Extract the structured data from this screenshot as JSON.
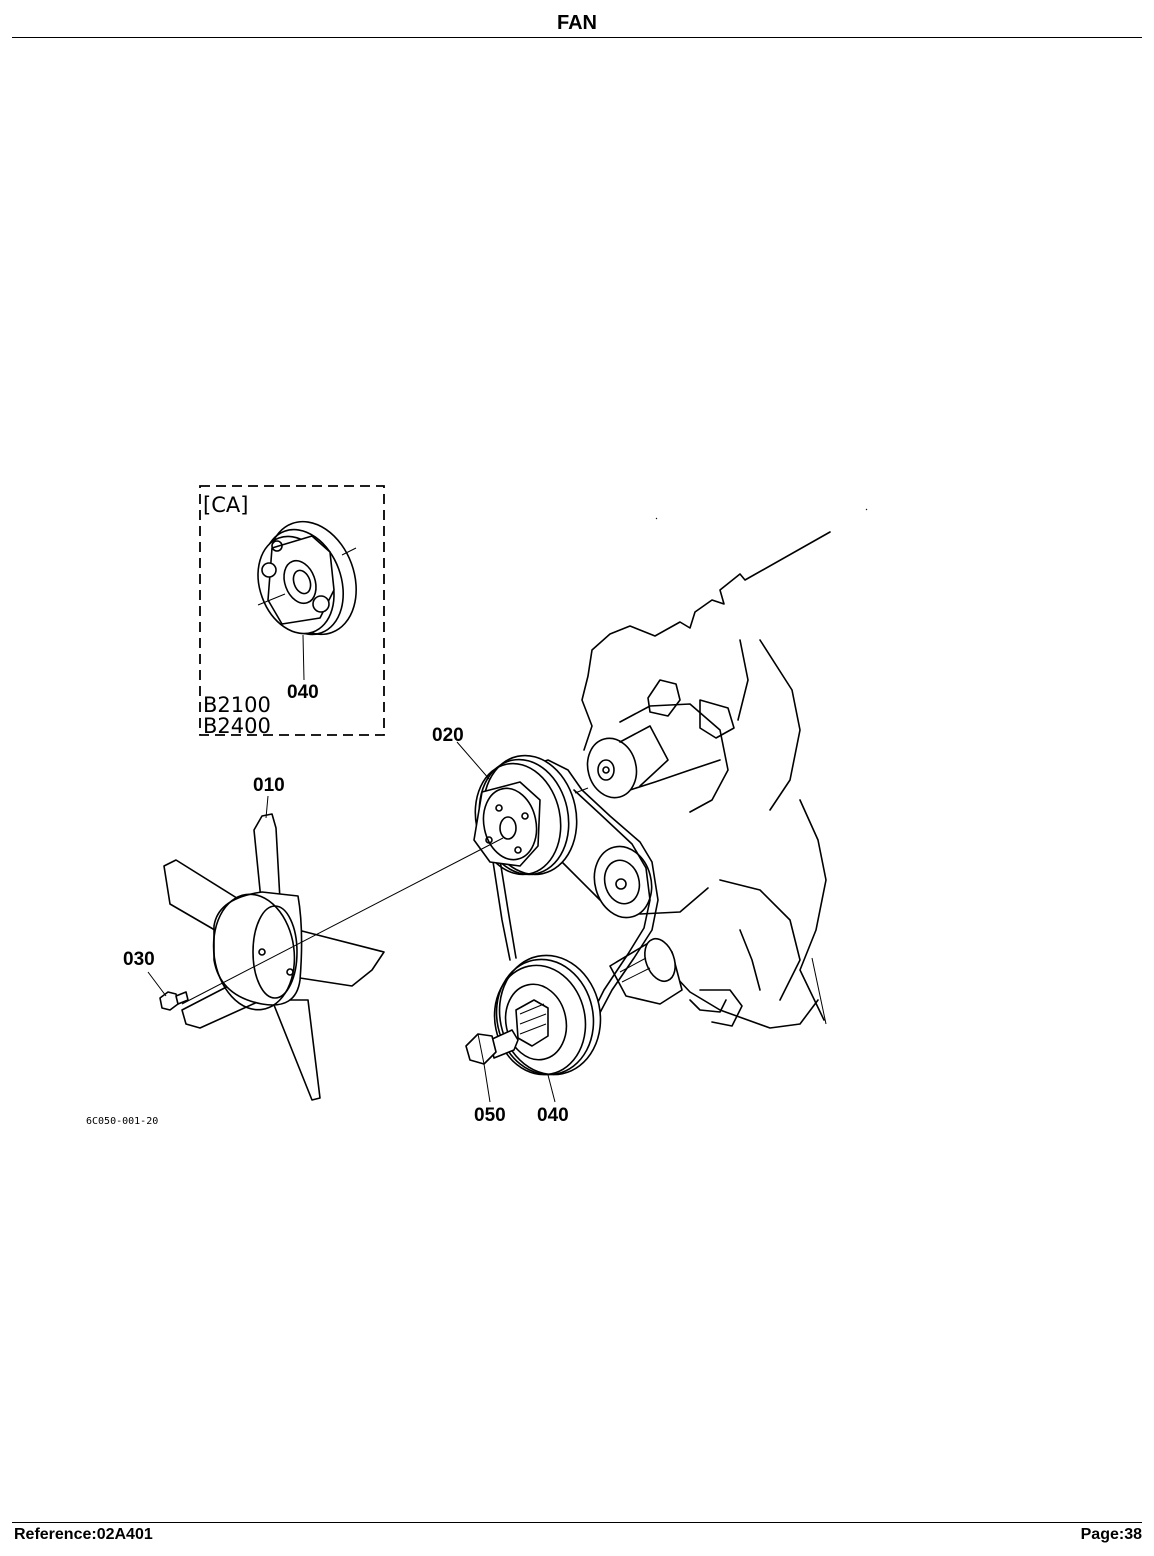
{
  "header": {
    "title": "FAN"
  },
  "footer": {
    "reference": "Reference:02A401",
    "page": "Page:38"
  },
  "diagram": {
    "inset": {
      "tag": "[CA]",
      "models": [
        "B2100",
        "B2400"
      ],
      "callout": "040"
    },
    "callouts": {
      "fan": "010",
      "fan_pulley": "020",
      "bolt_fan": "030",
      "crank_pulley": "040",
      "crank_bolt": "050"
    },
    "figure_code": "6C050-001-20"
  }
}
